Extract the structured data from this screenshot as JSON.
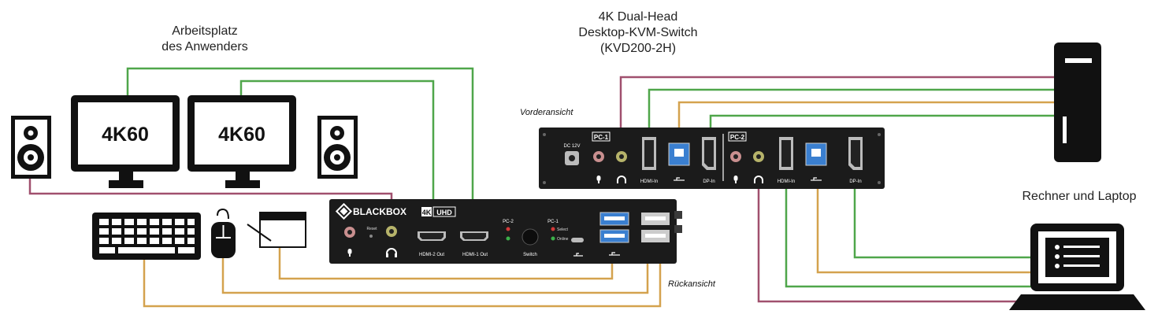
{
  "labels": {
    "workstation": [
      "Arbeitsplatz",
      "des Anwenders"
    ],
    "kvm_title": [
      "4K Dual-Head",
      "Desktop-KVM-Switch",
      "(KVD200-2H)"
    ],
    "computers": "Rechner und Laptop",
    "front_view": "Vorderansicht",
    "rear_view": "Rückansicht"
  },
  "monitors": [
    {
      "text": "4K60"
    },
    {
      "text": "4K60"
    }
  ],
  "rear_panel": {
    "brand": "BLACKBOX",
    "badge_left": "4K",
    "badge_right": "UHD",
    "reset": "Reset",
    "hdmi2_out": "HDMI-2 Out",
    "hdmi1_out": "HDMI-1 Out",
    "pc2": "PC-2",
    "pc1": "PC-1",
    "select": "Select",
    "online": "Online",
    "switch": "Switch"
  },
  "front_panel": {
    "dc": "DC 12V",
    "pc1": "PC-1",
    "pc2": "PC-2",
    "hdmi_in": "HDMI-In",
    "dp_in": "DP-In"
  },
  "colors": {
    "audio_cable": "#a0506e",
    "video_cable": "#4fa64a",
    "usb_cable": "#d4a24e",
    "device": "#1b1b1b",
    "usb_port": "#3a7fd0"
  },
  "icons": [
    "speaker-icon",
    "monitor-icon",
    "keyboard-icon",
    "mouse-icon",
    "tablet-icon",
    "tower-pc-icon",
    "laptop-icon",
    "microphone-icon",
    "headphones-icon",
    "usb-icon"
  ]
}
